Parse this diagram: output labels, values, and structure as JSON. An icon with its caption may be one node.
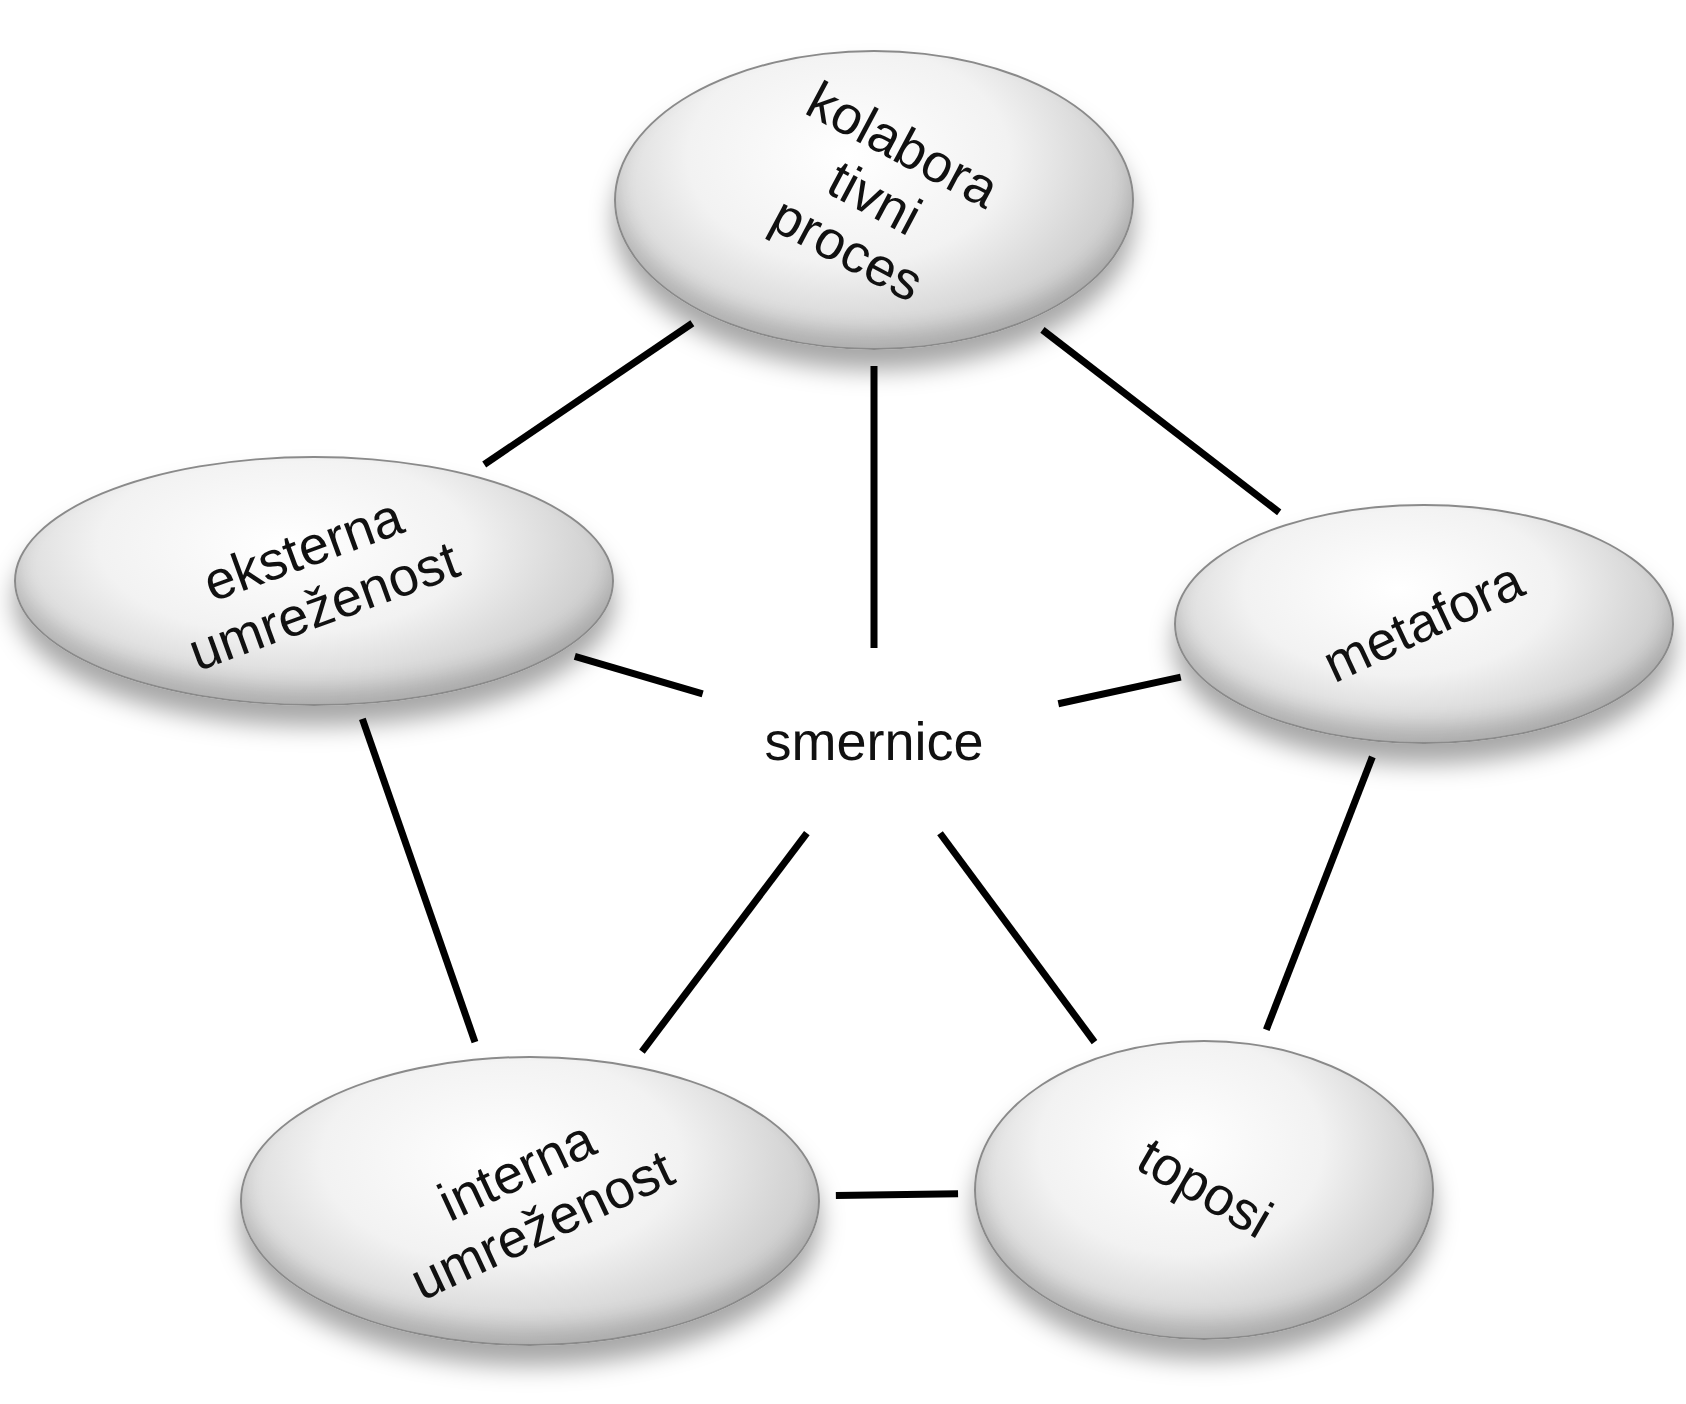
{
  "diagram": {
    "nodes": [
      {
        "text": [
          "smernice"
        ]
      },
      {
        "text": [
          "kolabora tivni proces"
        ]
      },
      {
        "text": [
          "metafora"
        ]
      },
      {
        "text": [
          "toposi"
        ]
      },
      {
        "text": [
          "interna umreženost"
        ]
      },
      {
        "text": [
          "eksterna umreženost"
        ]
      }
    ],
    "edges": [
      {
        "from": 0,
        "to": 1,
        "arrow": "none"
      },
      {
        "from": 0,
        "to": 2,
        "arrow": "none"
      },
      {
        "from": 0,
        "to": 3,
        "arrow": "none"
      },
      {
        "from": 0,
        "to": 4,
        "arrow": "none"
      },
      {
        "from": 0,
        "to": 5,
        "arrow": "none"
      },
      {
        "from": 1,
        "to": 2,
        "arrow": "none"
      },
      {
        "from": 2,
        "to": 3,
        "arrow": "none"
      },
      {
        "from": 3,
        "to": 4,
        "arrow": "none"
      },
      {
        "from": 4,
        "to": 5,
        "arrow": "none"
      },
      {
        "from": 5,
        "to": 1,
        "arrow": "none"
      }
    ]
  }
}
